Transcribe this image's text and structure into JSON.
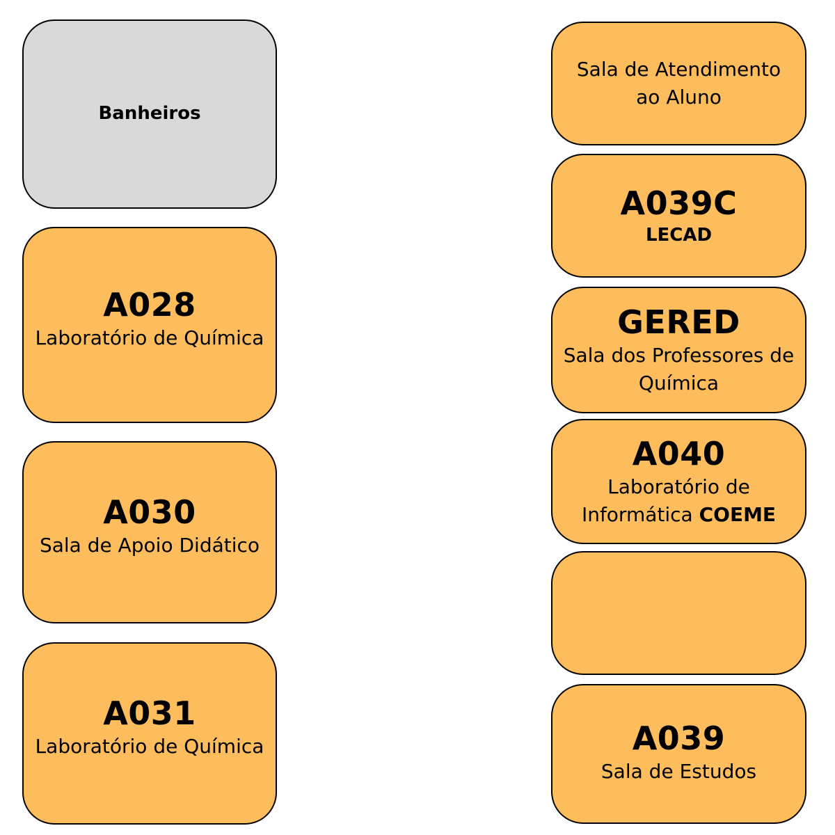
{
  "colors": {
    "room_fill": "#fdbd5d",
    "restroom_fill": "#d9d9d9",
    "border": "#000000"
  },
  "left_column": {
    "banheiros": {
      "label": "Banheiros"
    },
    "a028": {
      "code": "A028",
      "description": "Laboratório de Química"
    },
    "a030": {
      "code": "A030",
      "description": "Sala de Apoio Didático"
    },
    "a031": {
      "code": "A031",
      "description": "Laboratório de Química"
    }
  },
  "right_column": {
    "atendimento": {
      "line1": "Sala de Atendimento",
      "line2": "ao Aluno"
    },
    "a039c": {
      "code": "A039C",
      "subtitle": "LECAD"
    },
    "gered": {
      "code": "GERED",
      "line1": "Sala dos Professores de",
      "line2": "Química"
    },
    "a040": {
      "code": "A040",
      "line1": "Laboratório de",
      "line2_prefix": "Informática ",
      "line2_bold": "COEME"
    },
    "empty": {},
    "a039": {
      "code": "A039",
      "description": "Sala de Estudos"
    }
  }
}
